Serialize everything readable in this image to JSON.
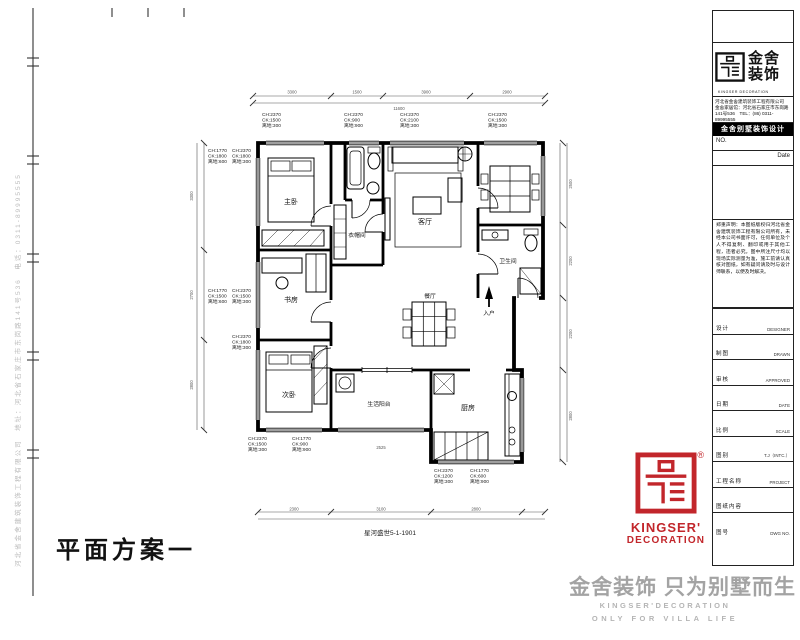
{
  "sheet": {
    "plan_title": "平面方案一",
    "side_company_text": "河北省金舍建筑装饰工程有限公司　地址：河北省石家庄市东岗路141号536　电话：0311-89995555"
  },
  "title_block": {
    "logo_cn1": "金舍",
    "logo_cn2": "装饰",
    "logo_en": "KINGSER DECORATION",
    "contact_line1": "河北省金舍建筑装饰工程有限公司",
    "contact_line2": "金舍家居馆：河北省石家庄市东岗路141号536　TEL：(86) 0311-89995555",
    "black_bar": "金舍别墅装饰设计",
    "no_label": "NO.",
    "date_label": "Date",
    "notes": "郑重声明：本图纸版权归河北省金舍建筑装饰工程有限公司所有，未经本公司书面许可，任何单位及个人不得复制、翻印或用于其他工程，违者必究。图中所注尺寸均以现场实际测量为准，施工前请认真核对图纸，如有疑问请及时与设计师联系，以便及时解决。",
    "rows": [
      {
        "cn": "设计",
        "en": "DESIGNER"
      },
      {
        "cn": "制图",
        "en": "DRAWN"
      },
      {
        "cn": "审核",
        "en": "APPROVED"
      },
      {
        "cn": "日期",
        "en": "DATE"
      },
      {
        "cn": "比例",
        "en": "SCALE"
      },
      {
        "cn": "图别",
        "en": "T.J（INTC.）"
      },
      {
        "cn": "工程名称",
        "en": "PROJECT"
      },
      {
        "cn": "图纸内容",
        "en": ""
      },
      {
        "cn": "图号",
        "en": "DWG NO."
      }
    ]
  },
  "footer": {
    "slogan_cn": "金舍装饰 只为别墅而生",
    "slogan_en1": "KINGSER'DECORATION",
    "slogan_en2": "ONLY FOR VILLA LIFE",
    "logo_word1": "KINGSER'",
    "logo_word2": "DECORATION",
    "registered": "®"
  },
  "plan": {
    "drawing_label": "星河盛世5-1-1901",
    "rooms": [
      {
        "name": "主卧"
      },
      {
        "name": "衣帽间"
      },
      {
        "name": "书房"
      },
      {
        "name": "次卧"
      },
      {
        "name": "客厅"
      },
      {
        "name": "餐厅"
      },
      {
        "name": "厨房"
      },
      {
        "name": "生活阳台"
      },
      {
        "name": "入户"
      },
      {
        "name": "卫生间"
      }
    ],
    "window_tags": [
      {
        "l1": "CH:2370",
        "l2": "CK:1500",
        "l3": "离地:300"
      },
      {
        "l1": "CH:2370",
        "l2": "CK:900",
        "l3": "离地:900"
      },
      {
        "l1": "CH:2370",
        "l2": "CK:2100",
        "l3": "离地:300"
      },
      {
        "l1": "CH:2370",
        "l2": "CK:1500",
        "l3": "离地:300"
      },
      {
        "l1": "CH:1770",
        "l2": "CK:1800",
        "l3": "离地:600"
      },
      {
        "l1": "CH:2370",
        "l2": "CK:1800",
        "l3": "离地:300"
      },
      {
        "l1": "CH:1770",
        "l2": "CK:1500",
        "l3": "离地:600"
      },
      {
        "l1": "CH:2370",
        "l2": "CK:1500",
        "l3": "离地:300"
      },
      {
        "l1": "CH:2370",
        "l2": "CK:1800",
        "l3": "离地:300"
      },
      {
        "l1": "CH:2370",
        "l2": "CK:1500",
        "l3": "离地:300"
      },
      {
        "l1": "CH:1770",
        "l2": "CK:900",
        "l3": "离地:900"
      },
      {
        "l1": "CH:2370",
        "l2": "CK:1200",
        "l3": "离地:300"
      },
      {
        "l1": "CH:1770",
        "l2": "CK:600",
        "l3": "离地:900"
      }
    ],
    "dims": {
      "top": [
        "3300",
        "1500",
        "3900",
        "2900"
      ],
      "top_total": "11600",
      "bottom": [
        "2300",
        "3100",
        "2800"
      ],
      "left": [
        "3300",
        "2700",
        "2800"
      ],
      "right": [
        "2500",
        "2200",
        "2200",
        "2800"
      ],
      "balcony": "2525"
    }
  }
}
